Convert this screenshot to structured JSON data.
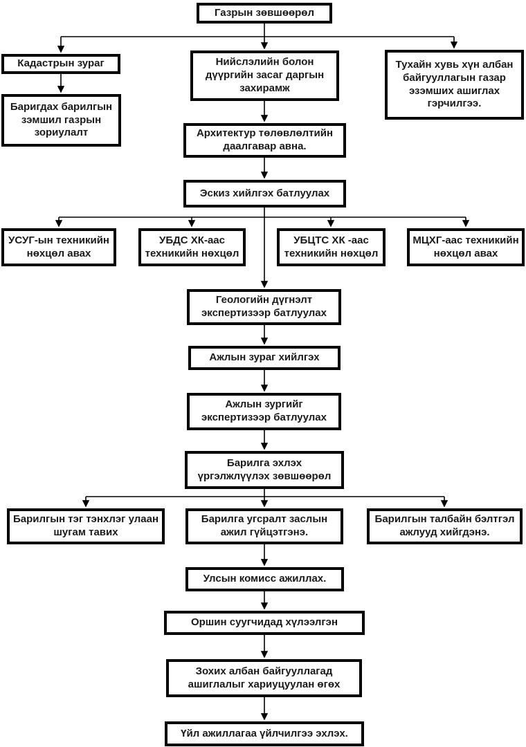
{
  "colors": {
    "box_border": "#000000",
    "box_bg": "#ffffff",
    "text": "#1a1a1a",
    "line": "#000000",
    "page_bg": "#ffffff"
  },
  "nodes": {
    "land_permit": {
      "label": "Газрын зөвшөөрөл"
    },
    "cadastral_map": {
      "label": "Кадастрын зураг"
    },
    "governor_ordinance": {
      "label": "Нийслэлийн болон дүүргийн засаг даргын захирамж"
    },
    "land_certificate": {
      "label": "Тухайн хувь хүн албан байгууллагын газар эзэмших ашиглах гэрчилгээ."
    },
    "land_purpose": {
      "label": "Баригдах барилгын зэмшил газрын зориулалт"
    },
    "architecture_task": {
      "label": "Архитектур төлөвлөлтийн даалгавар авна."
    },
    "sketch_approval": {
      "label": "Эскиз хийлгэх батлуулах"
    },
    "usug_conditions": {
      "label": "УСУГ-ын техникийн нөхцөл авах"
    },
    "ubds_conditions": {
      "label": "УБДС ХК-аас техникийн нөхцөл"
    },
    "ubcts_conditions": {
      "label": "УБЦТС ХК -аас техникийн нөхцөл"
    },
    "mtshg_conditions": {
      "label": "МЦХГ-аас техникийн нөхцөл авах"
    },
    "geology_approval": {
      "label": "Геологийн дүгнэлт экспертизээр батлуулах"
    },
    "working_drawing": {
      "label": "Ажлын зураг хийлгэх"
    },
    "drawing_expertise": {
      "label": "Ажлын зургийг экспертизээр батлуулах"
    },
    "construction_permit": {
      "label": "Барилга эхлэх үргэлжлүүлэх зөвшөөрөл"
    },
    "axis_redline": {
      "label": "Барилгын тэг тэнхлэг улаан шугам тавих"
    },
    "assembly_work": {
      "label": "Барилга угсралт заслын ажил гүйцэтгэнэ."
    },
    "site_preparation": {
      "label": "Барилгын талбайн бэлтгэл ажлууд хийгдэнэ."
    },
    "state_commission": {
      "label": "Улсын комисс ажиллах."
    },
    "handover_residents": {
      "label": "Оршин суугчидад хүлээлгэн"
    },
    "handover_org": {
      "label": "Зохих албан байгууллагад ашиглалыг хариуцуулан өгөх"
    },
    "operation_start": {
      "label": "Үйл ажиллагаа үйлчилгээ эхлэх."
    }
  }
}
